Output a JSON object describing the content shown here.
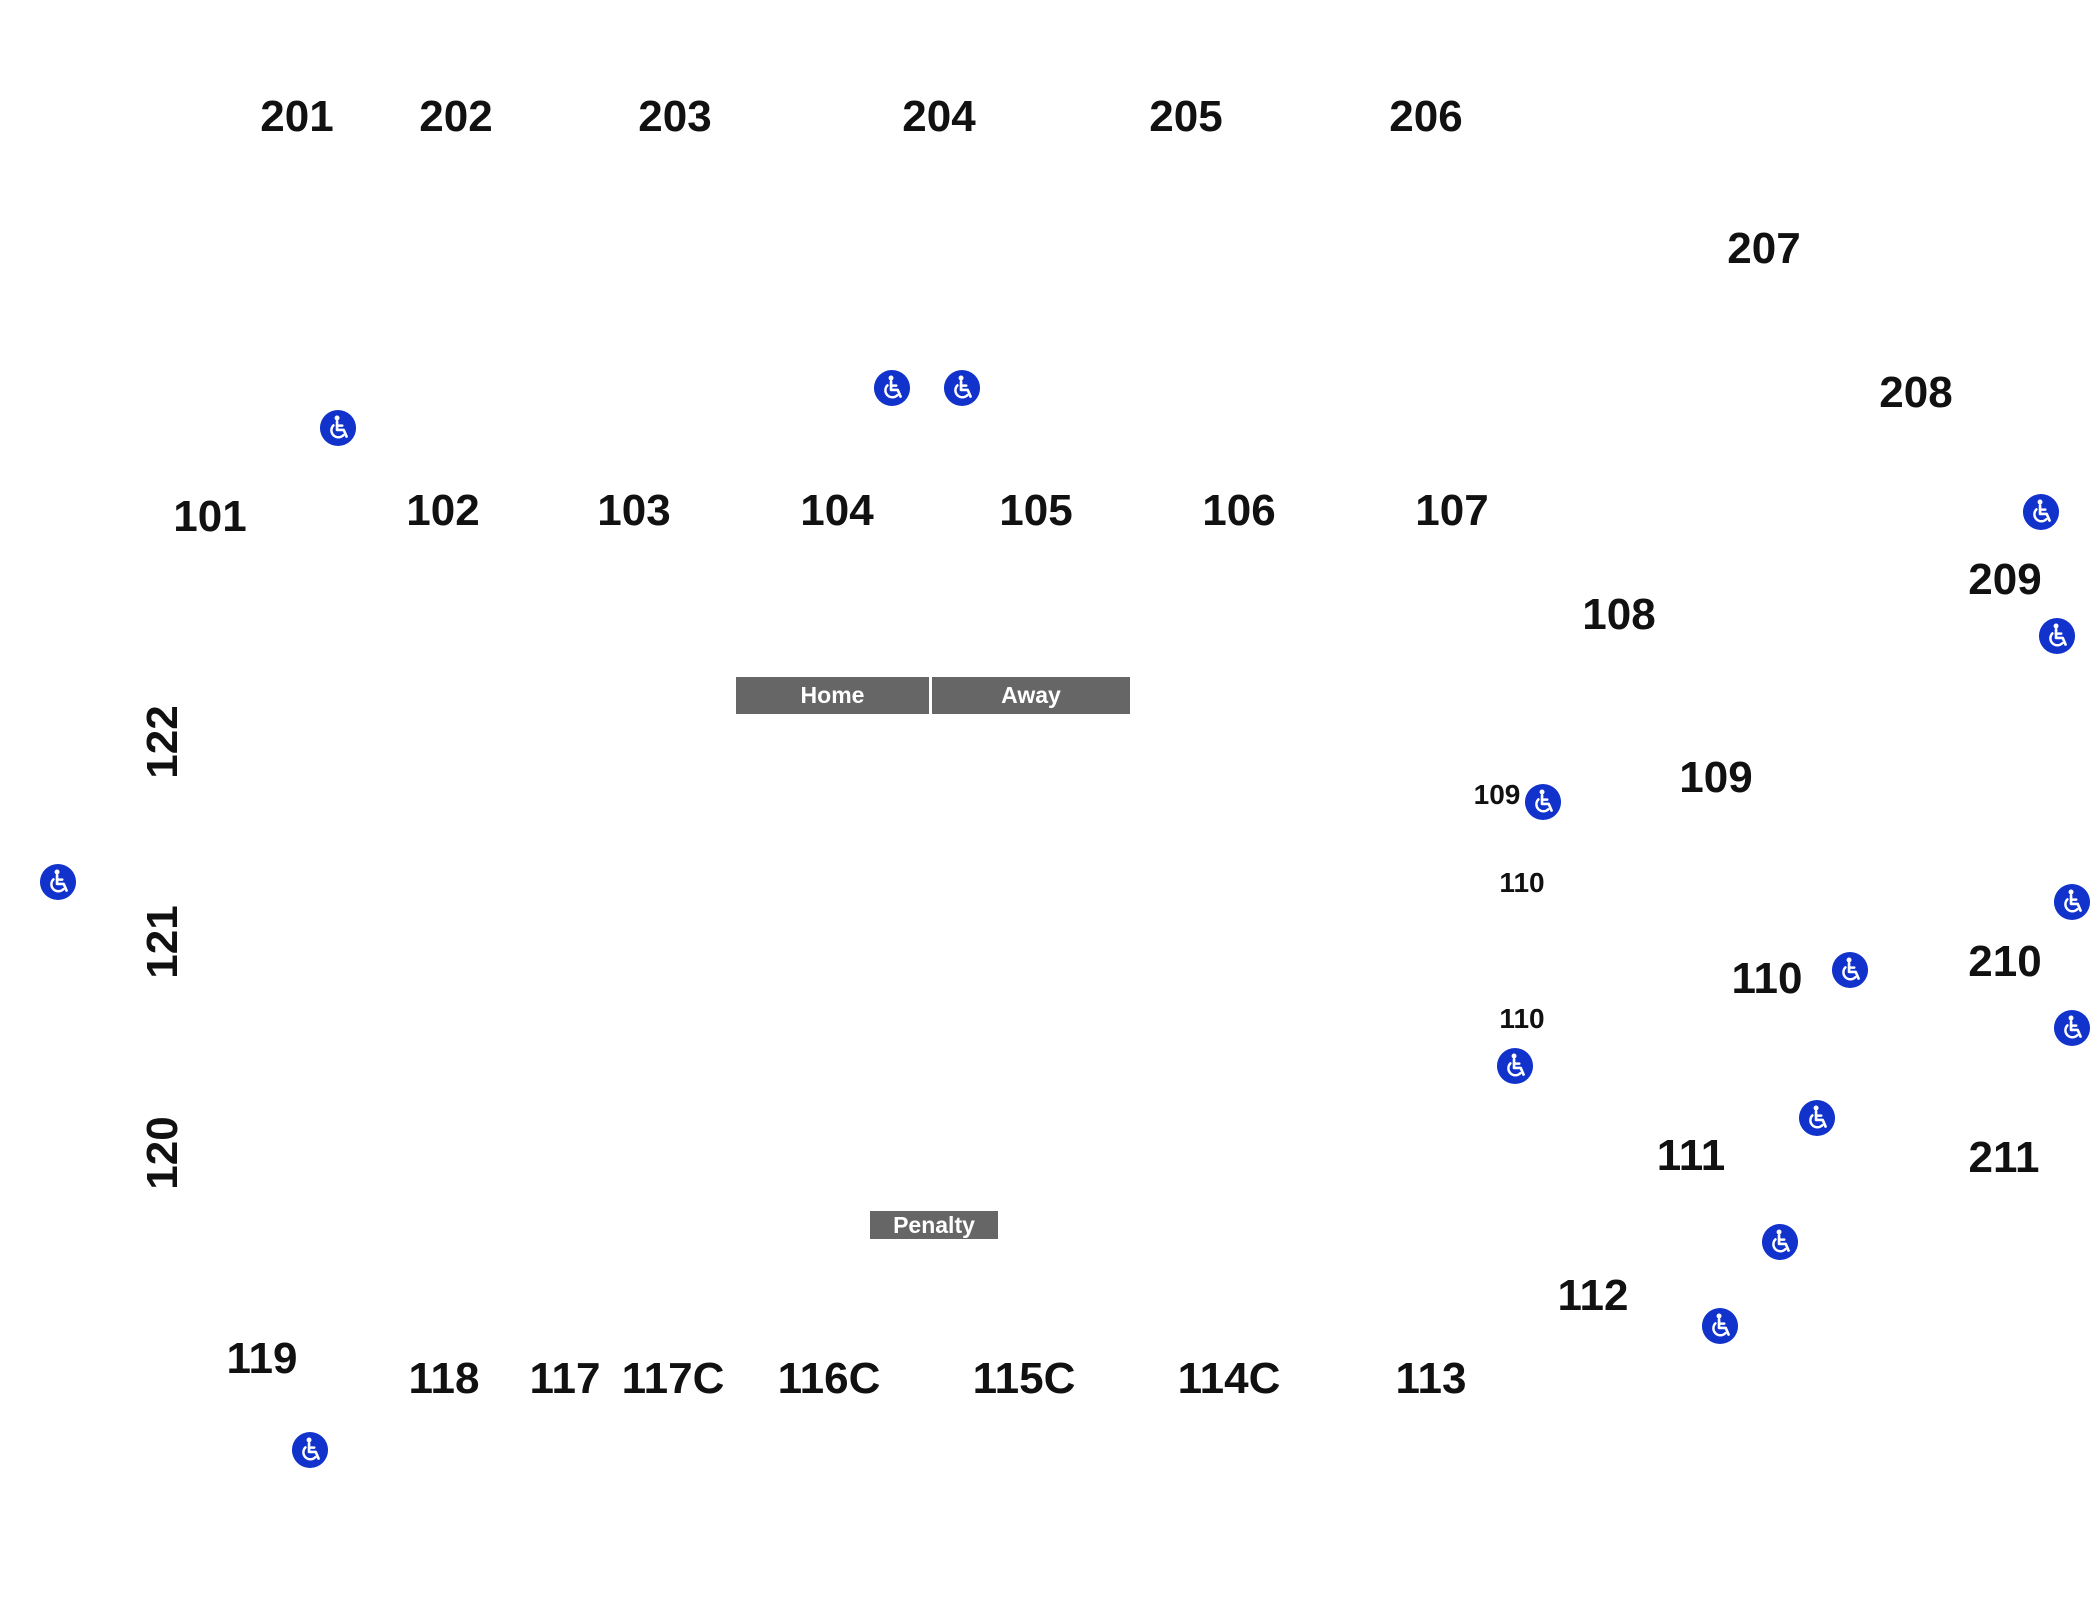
{
  "sections": {
    "s201": "201",
    "s202": "202",
    "s203": "203",
    "s204": "204",
    "s205": "205",
    "s206": "206",
    "s207": "207",
    "s208": "208",
    "s209": "209",
    "s210": "210",
    "s211": "211",
    "s101": "101",
    "s102": "102",
    "s103": "103",
    "s104": "104",
    "s105": "105",
    "s106": "106",
    "s107": "107",
    "s108": "108",
    "s109": "109",
    "s110": "110",
    "s111": "111",
    "s112": "112",
    "s113": "113",
    "s114c": "114C",
    "s115c": "115C",
    "s116c": "116C",
    "s117c": "117C",
    "s117": "117",
    "s118": "118",
    "s119": "119",
    "s120": "120",
    "s121": "121",
    "s122": "122",
    "s109_small": "109",
    "s110_small_a": "110",
    "s110_small_b": "110"
  },
  "signs": {
    "home": "Home",
    "away": "Away",
    "penalty": "Penalty"
  },
  "colors": {
    "wheelchair": "#1133cc",
    "sign_bg": "#666666",
    "label": "#111111"
  },
  "icons": {
    "accessible": "wheelchair-icon"
  }
}
